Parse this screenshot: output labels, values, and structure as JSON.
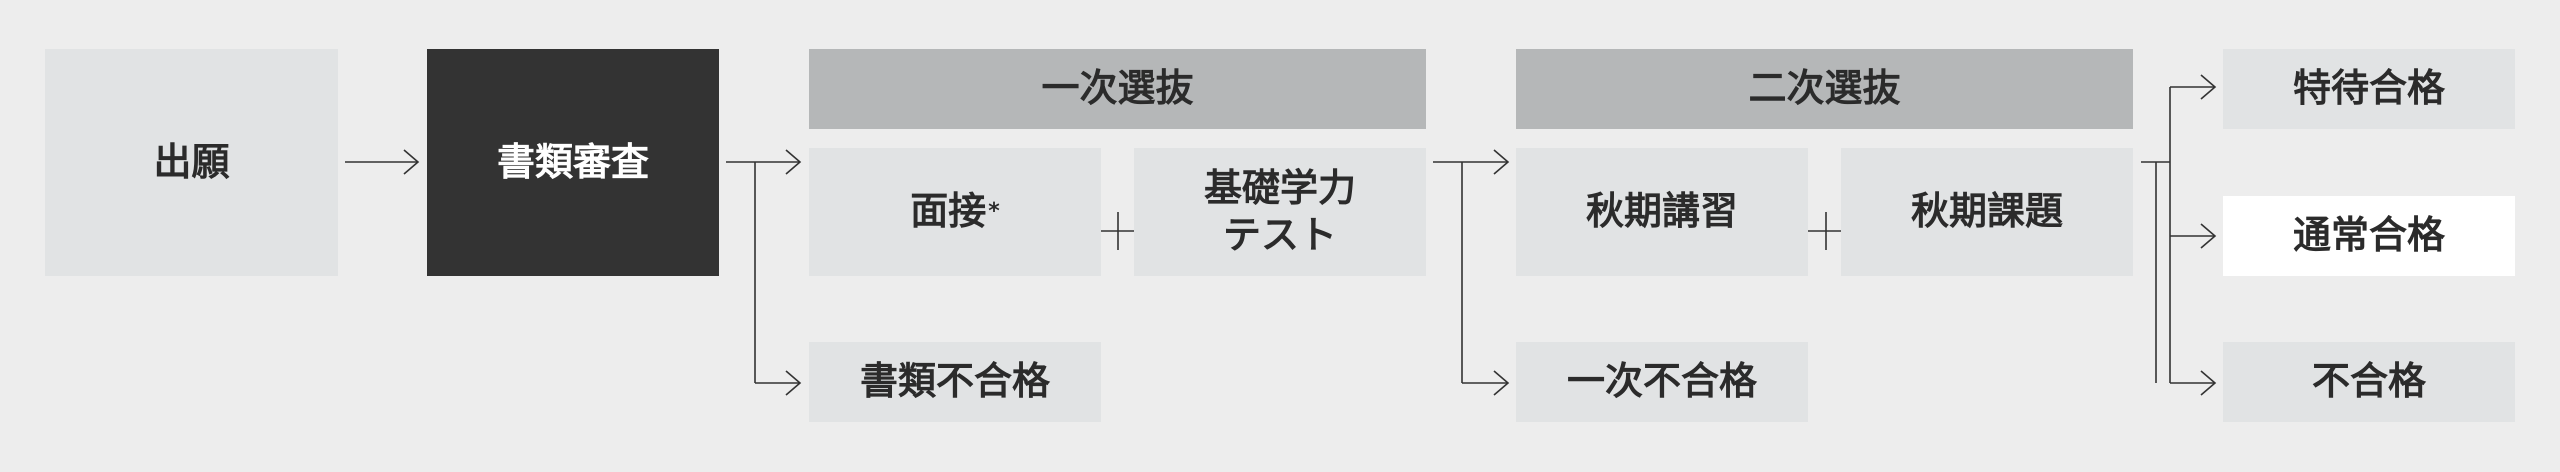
{
  "steps": {
    "application": "出願",
    "document_review": "書類審査",
    "document_fail": "書類不合格",
    "first_selection": {
      "header": "一次選抜",
      "interview": "面接",
      "interview_note": "*",
      "academic_test_line1": "基礎学力",
      "academic_test_line2": "テスト",
      "fail": "一次不合格"
    },
    "second_selection": {
      "header": "二次選抜",
      "autumn_course": "秋期講習",
      "autumn_assignment": "秋期課題"
    },
    "results": {
      "special": "特待合格",
      "regular": "通常合格",
      "fail": "不合格"
    }
  },
  "colors": {
    "background": "#ededed",
    "box_light": "#e1e3e4",
    "box_dark": "#333333",
    "header": "#b5b7b8",
    "highlight": "#ffffff",
    "line": "#333333"
  }
}
